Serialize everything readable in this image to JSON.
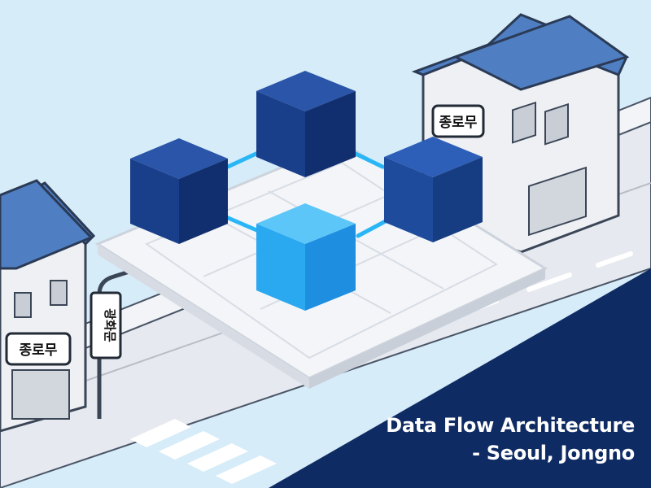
{
  "caption": {
    "line1": "Data Flow Architecture",
    "line2": "- Seoul, Jongno"
  },
  "signs": {
    "shop_sign": "종로무",
    "pole_sign": "광화문",
    "left_shop_sign": "종로무"
  },
  "colors": {
    "sky": "#d6ecf8",
    "navy": "#0f2b63",
    "block_dark": "#1a3f8a",
    "block_highlight": "#2aa8f0",
    "link_cyan": "#29b6f6",
    "roof_blue": "#4f7fc2",
    "platform": "#f3f5f8"
  }
}
